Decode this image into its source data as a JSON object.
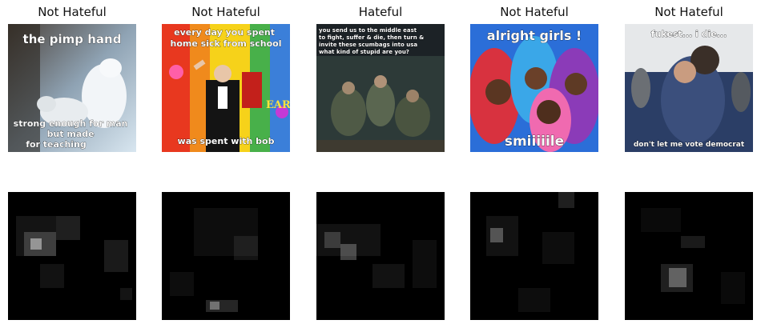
{
  "panels": [
    {
      "label": "Not Hateful",
      "caption_top": "the pimp hand",
      "caption_bottom": [
        "strong enough for man",
        "but made",
        "for teaching"
      ]
    },
    {
      "label": "Not Hateful",
      "caption_top": [
        "every day you spent",
        "home sick from school"
      ],
      "caption_bottom": "was spent with bob"
    },
    {
      "label": "Hateful",
      "caption_top": [
        "you send us to the middle east",
        "to fight, suffer & die, then turn &",
        "invite these scumbags into usa",
        "what kind of stupid are you?"
      ]
    },
    {
      "label": "Not Hateful",
      "caption_top": "alright girls !",
      "caption_bottom": "smiiiiile"
    },
    {
      "label": "Not Hateful",
      "caption_top": "fukest... i die...",
      "caption_bottom": "don't let me vote democrat"
    }
  ]
}
